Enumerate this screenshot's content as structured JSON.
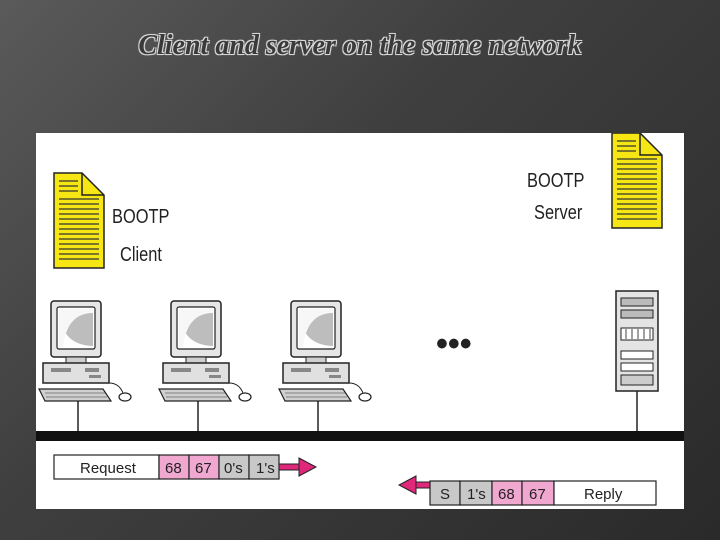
{
  "slide": {
    "title": "Client and server on the same network"
  },
  "client": {
    "line1": "BOOTP",
    "line2": "Client"
  },
  "server": {
    "line1": "BOOTP",
    "line2": "Server"
  },
  "ellipsis": "•••",
  "request_packet": {
    "fields": [
      "Request",
      "68",
      "67",
      "0's",
      "1's"
    ]
  },
  "reply_packet": {
    "fields": [
      "S",
      "1's",
      "68",
      "67",
      "Reply"
    ]
  },
  "colors": {
    "doc_yellow": "#f6e714",
    "port_pink": "#f0a8d0",
    "arrow_pink": "#e0287a",
    "cell_gray": "#c8c8c8",
    "network_line": "#111111"
  }
}
